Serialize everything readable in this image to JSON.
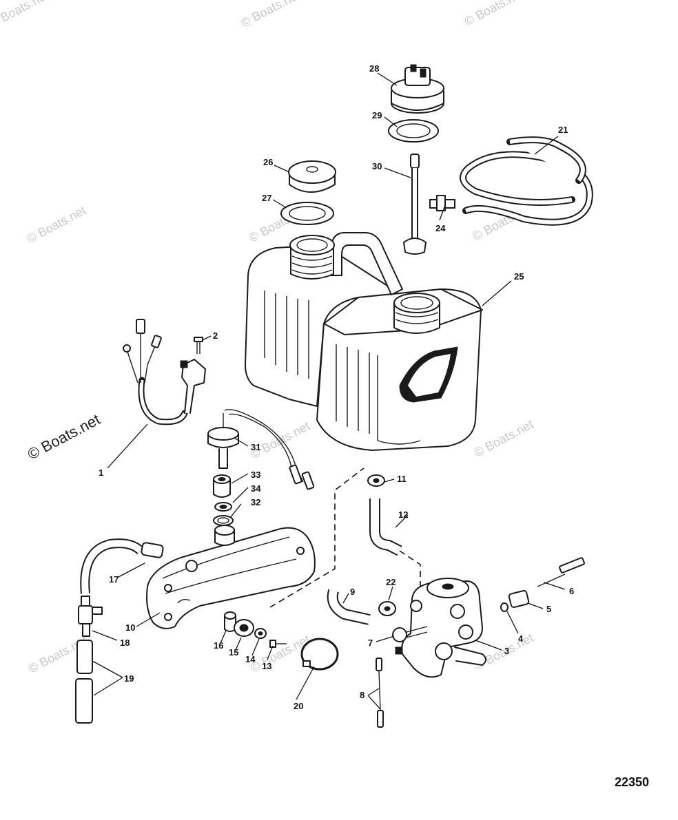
{
  "watermark": "© Boats.net",
  "drawing_number": "22350",
  "callouts": {
    "c1": "1",
    "c2": "2",
    "c3": "3",
    "c4": "4",
    "c5": "5",
    "c6": "6",
    "c7": "7",
    "c8": "8",
    "c9": "9",
    "c10": "10",
    "c11": "11",
    "c12": "12",
    "c13": "13",
    "c14": "14",
    "c15": "15",
    "c16": "16",
    "c17": "17",
    "c18": "18",
    "c19": "19",
    "c20": "20",
    "c21": "21",
    "c22": "22",
    "c24": "24",
    "c25": "25",
    "c26": "26",
    "c27": "27",
    "c28": "28",
    "c29": "29",
    "c30": "30",
    "c31": "31",
    "c32": "32",
    "c33": "33",
    "c34": "34"
  }
}
